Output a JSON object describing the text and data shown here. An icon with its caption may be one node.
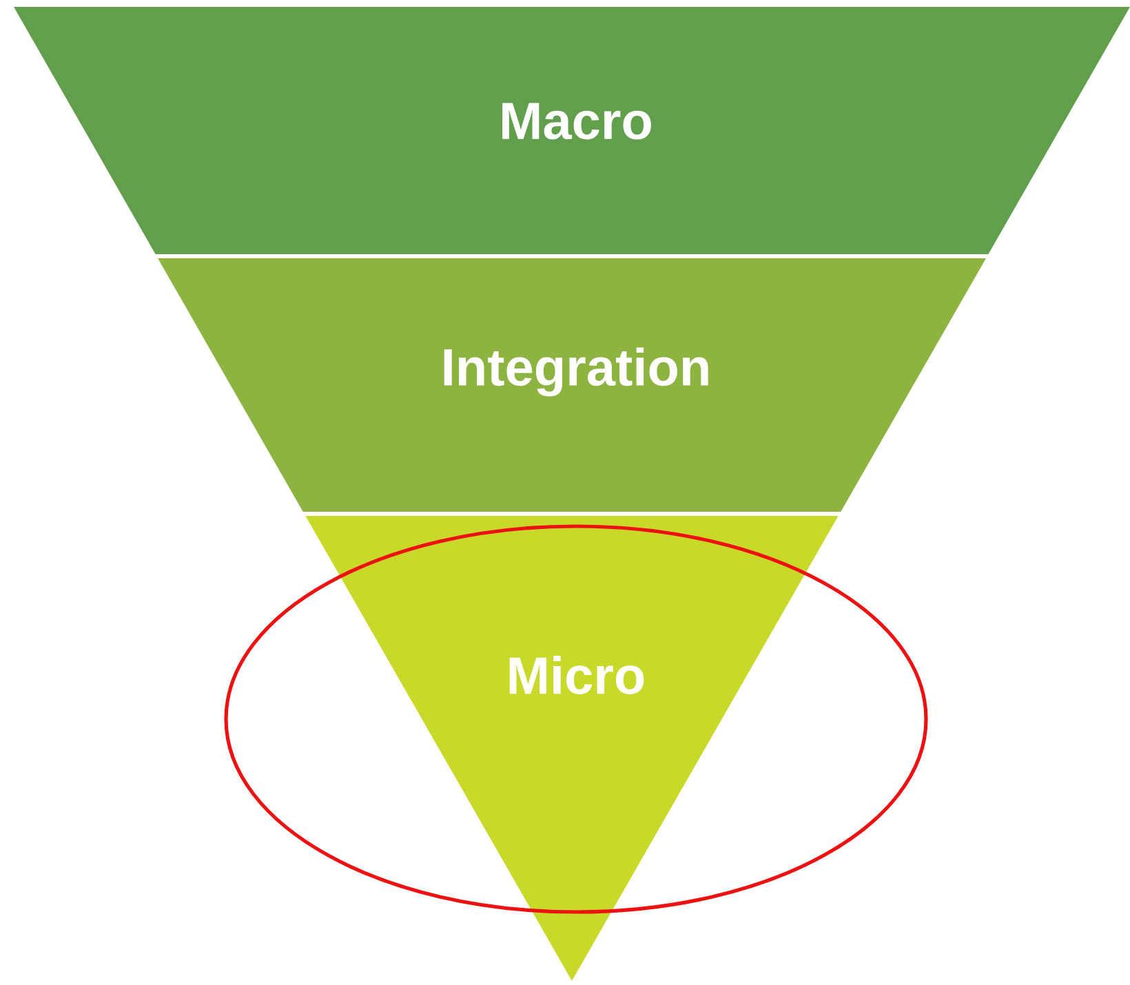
{
  "diagram": {
    "nodes": [
      {
        "text": [
          "Macro"
        ]
      },
      {
        "text": [
          "Integration"
        ]
      },
      {
        "text": [
          "Micro"
        ]
      }
    ]
  }
}
